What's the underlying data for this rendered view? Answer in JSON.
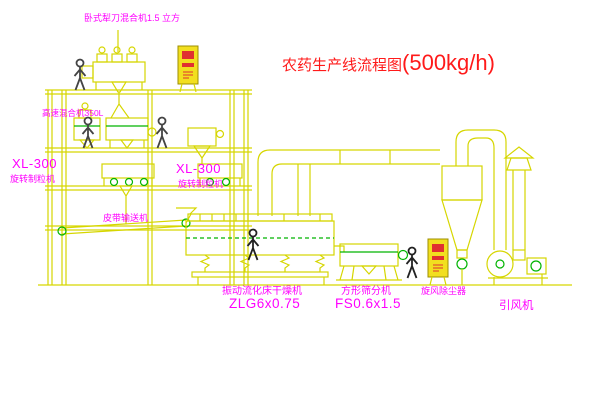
{
  "title": {
    "main": "农药生产线流程图",
    "capacity": "(500kg/h)"
  },
  "labels": {
    "plow_mixer": "卧式犁刀混合机1.5 立方",
    "high_speed_mixer": "高速混合机350L",
    "granulator_left_model": "XL-300",
    "granulator_left_name": "旋转制粒机",
    "granulator_center_model": "XL-300",
    "granulator_center_name": "旋转制粒机",
    "belt_conveyor": "皮带输送机",
    "dryer_name": "振动流化床干燥机",
    "dryer_model": "ZLG6x0.75",
    "sieve_name": "方形筛分机",
    "sieve_model": "FS0.6x1.5",
    "cyclone_name": "旋风除尘器",
    "fan_name": "引风机"
  },
  "colors": {
    "background": "#ffffff",
    "line_yellow": "#d6d600",
    "line_green": "#00b400",
    "text_magenta": "#ff00ff",
    "text_red": "#ff1a1a",
    "cabinet_fill": "#f2df1f"
  }
}
